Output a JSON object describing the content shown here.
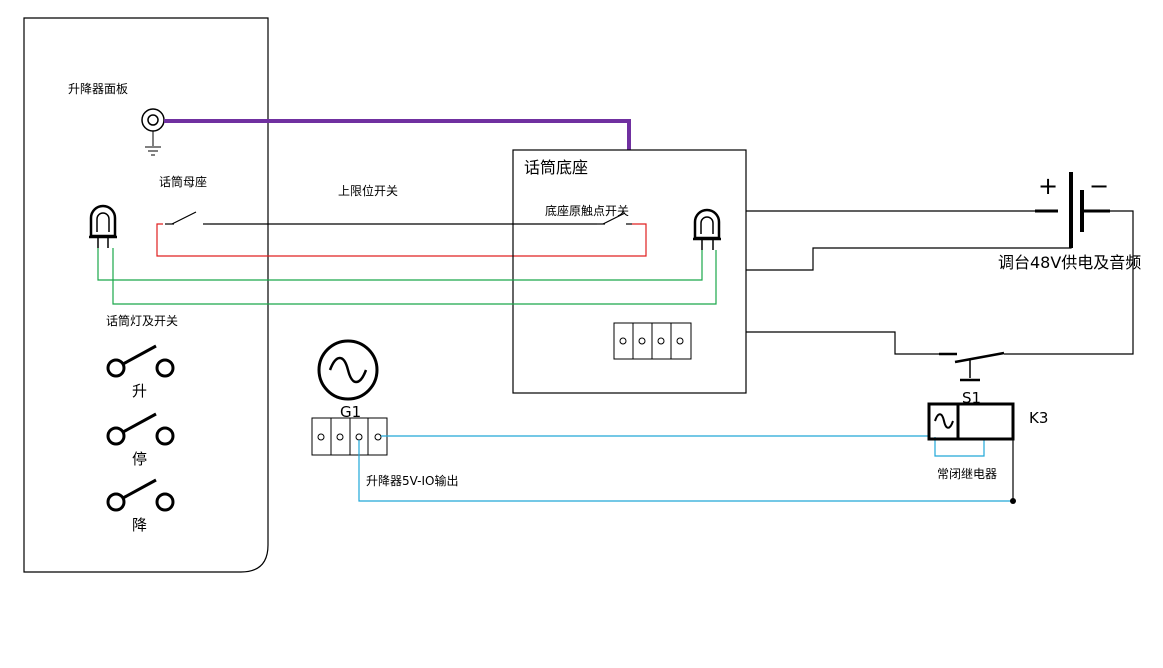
{
  "labels": {
    "panel_title": "升降器面板",
    "mic_socket": "话筒母座",
    "upper_limit_switch": "上限位开关",
    "mic_base_title": "话筒底座",
    "base_contact_switch": "底座原触点开关",
    "mic_light_switch": "话筒灯及开关",
    "btn_up": "升",
    "btn_stop": "停",
    "btn_down": "降",
    "source_g1": "G1",
    "io_output": "升降器5V-IO输出",
    "power_audio": "调台48V供电及音频",
    "switch_s1": "S1",
    "relay_k3": "K3",
    "relay_nc": "常闭继电器",
    "battery_plus": "+",
    "battery_minus": "−"
  },
  "colors": {
    "purple_wire": "#7030a0",
    "red_wire": "#e02020",
    "green_wire": "#1aa84a",
    "cyan_wire": "#20a8d8",
    "black_wire": "#000000"
  }
}
